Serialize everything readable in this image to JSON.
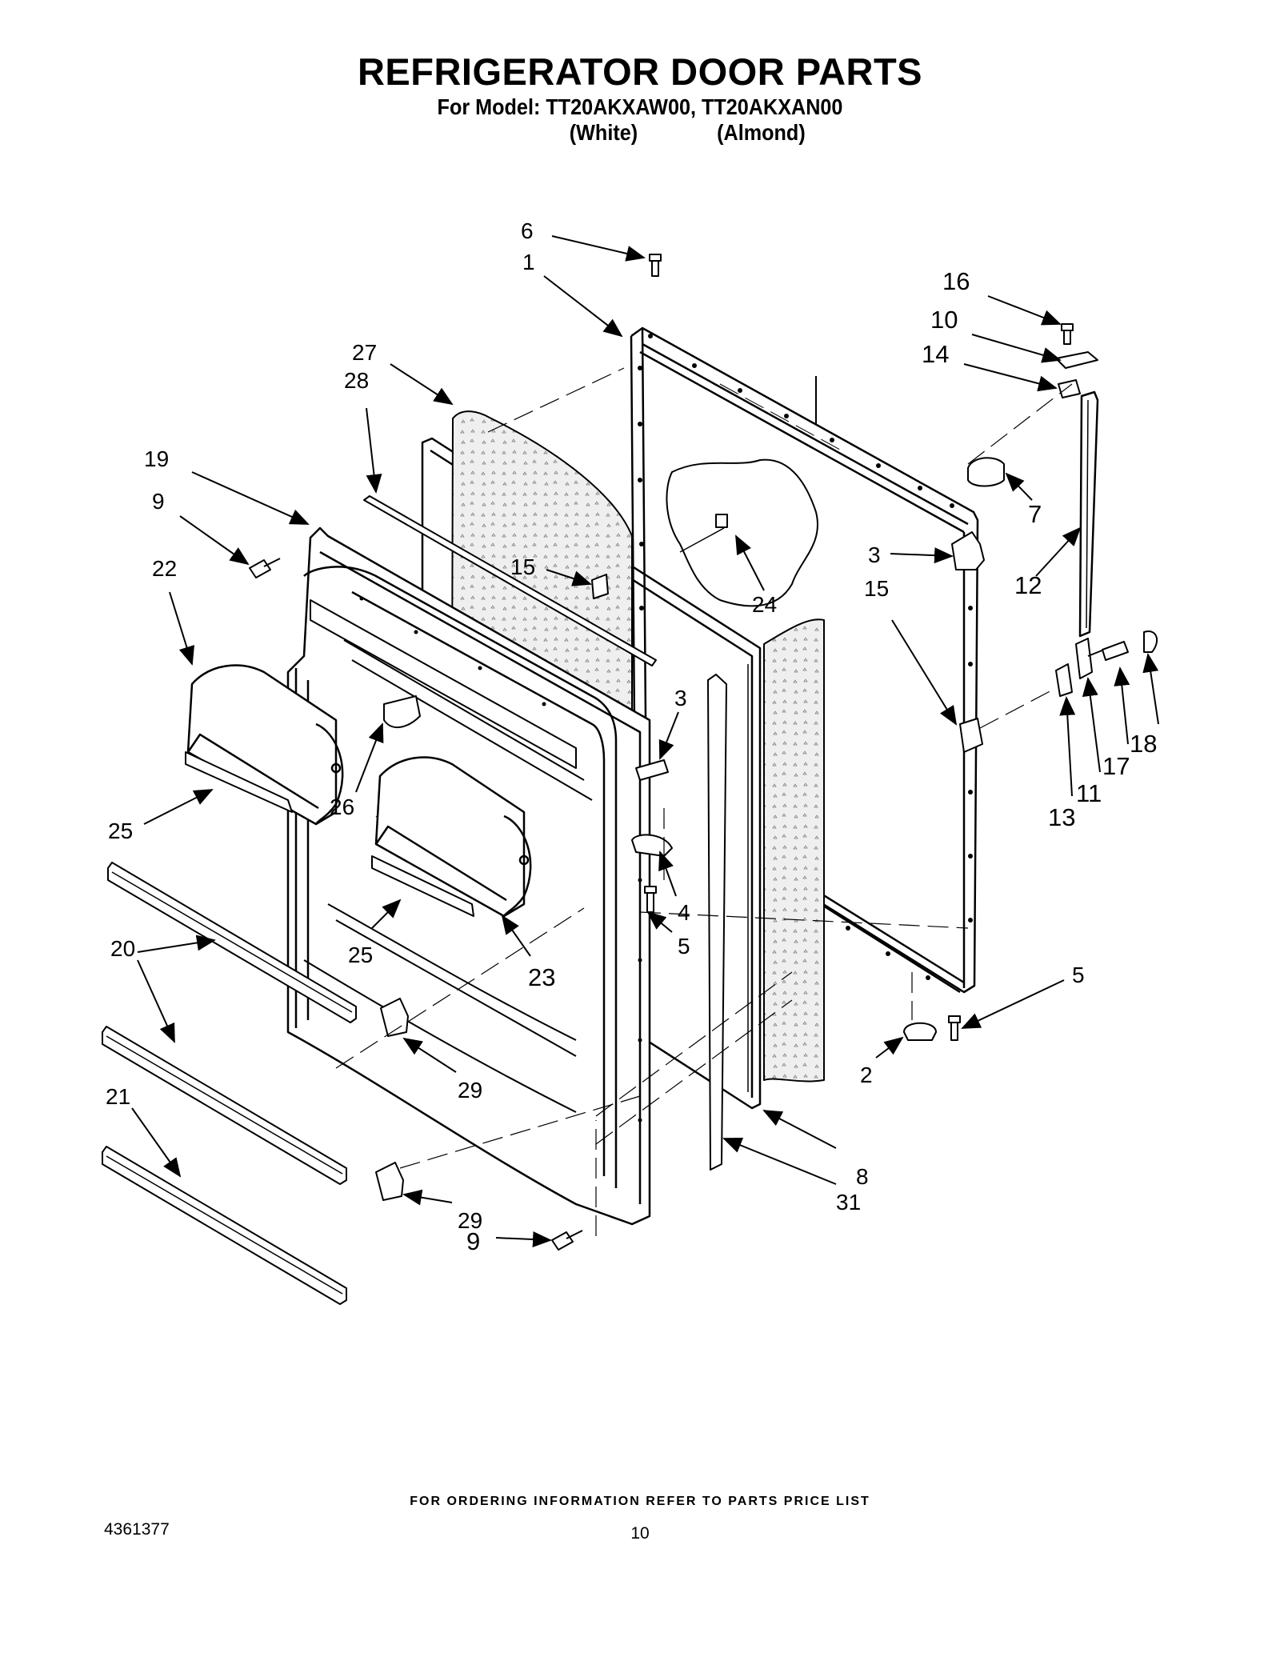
{
  "header": {
    "title": "REFRIGERATOR DOOR PARTS",
    "model_line": "For Model: TT20AKXAW00, TT20AKXAN00",
    "variant_white": "(White)",
    "variant_almond": "(Almond)"
  },
  "callouts": [
    "6",
    "1",
    "27",
    "28",
    "19",
    "9",
    "22",
    "15",
    "24",
    "16",
    "10",
    "14",
    "7",
    "3",
    "15",
    "12",
    "18",
    "17",
    "11",
    "13",
    "3",
    "26",
    "25",
    "4",
    "5",
    "25",
    "23",
    "20",
    "29",
    "21",
    "5",
    "2",
    "8",
    "31",
    "29",
    "9"
  ],
  "footer": {
    "note": "FOR ORDERING INFORMATION REFER TO PARTS PRICE LIST",
    "doc_number": "4361377",
    "page_number": "10"
  }
}
